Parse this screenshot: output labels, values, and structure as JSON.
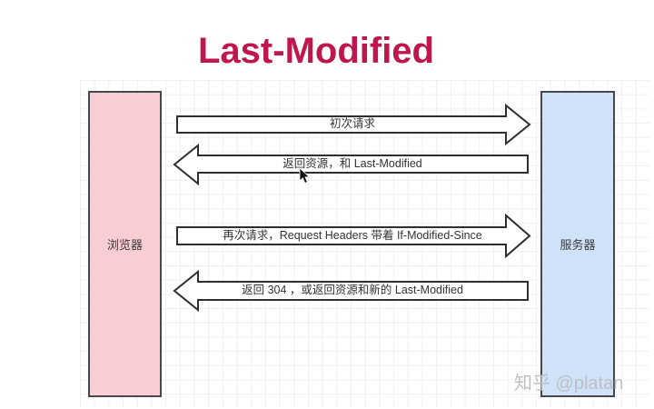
{
  "title": "Last-Modified",
  "diagram": {
    "browser_label": "浏览器",
    "server_label": "服务器",
    "arrows": [
      {
        "label": "初次请求",
        "direction": "right",
        "from": "browser",
        "to": "server"
      },
      {
        "label": "返回资源，和 Last-Modified",
        "direction": "left",
        "from": "server",
        "to": "browser"
      },
      {
        "label": "再次请求，Request Headers 带着 If-Modified-Since",
        "direction": "right",
        "from": "browser",
        "to": "server"
      },
      {
        "label": "返回 304 ，或返回资源和新的 Last-Modified",
        "direction": "left",
        "from": "server",
        "to": "browser"
      }
    ]
  },
  "watermark": {
    "text": "知乎 @platan"
  },
  "colors": {
    "title": "#c0164e",
    "browser_fill": "#f9cdd4",
    "server_fill": "#cfe2f8",
    "shape_outline": "#2f2f2f",
    "box_border": "#47474d",
    "grid_line": "#ececec",
    "label_text": "#333333",
    "watermark_text": "#b9bec4"
  }
}
